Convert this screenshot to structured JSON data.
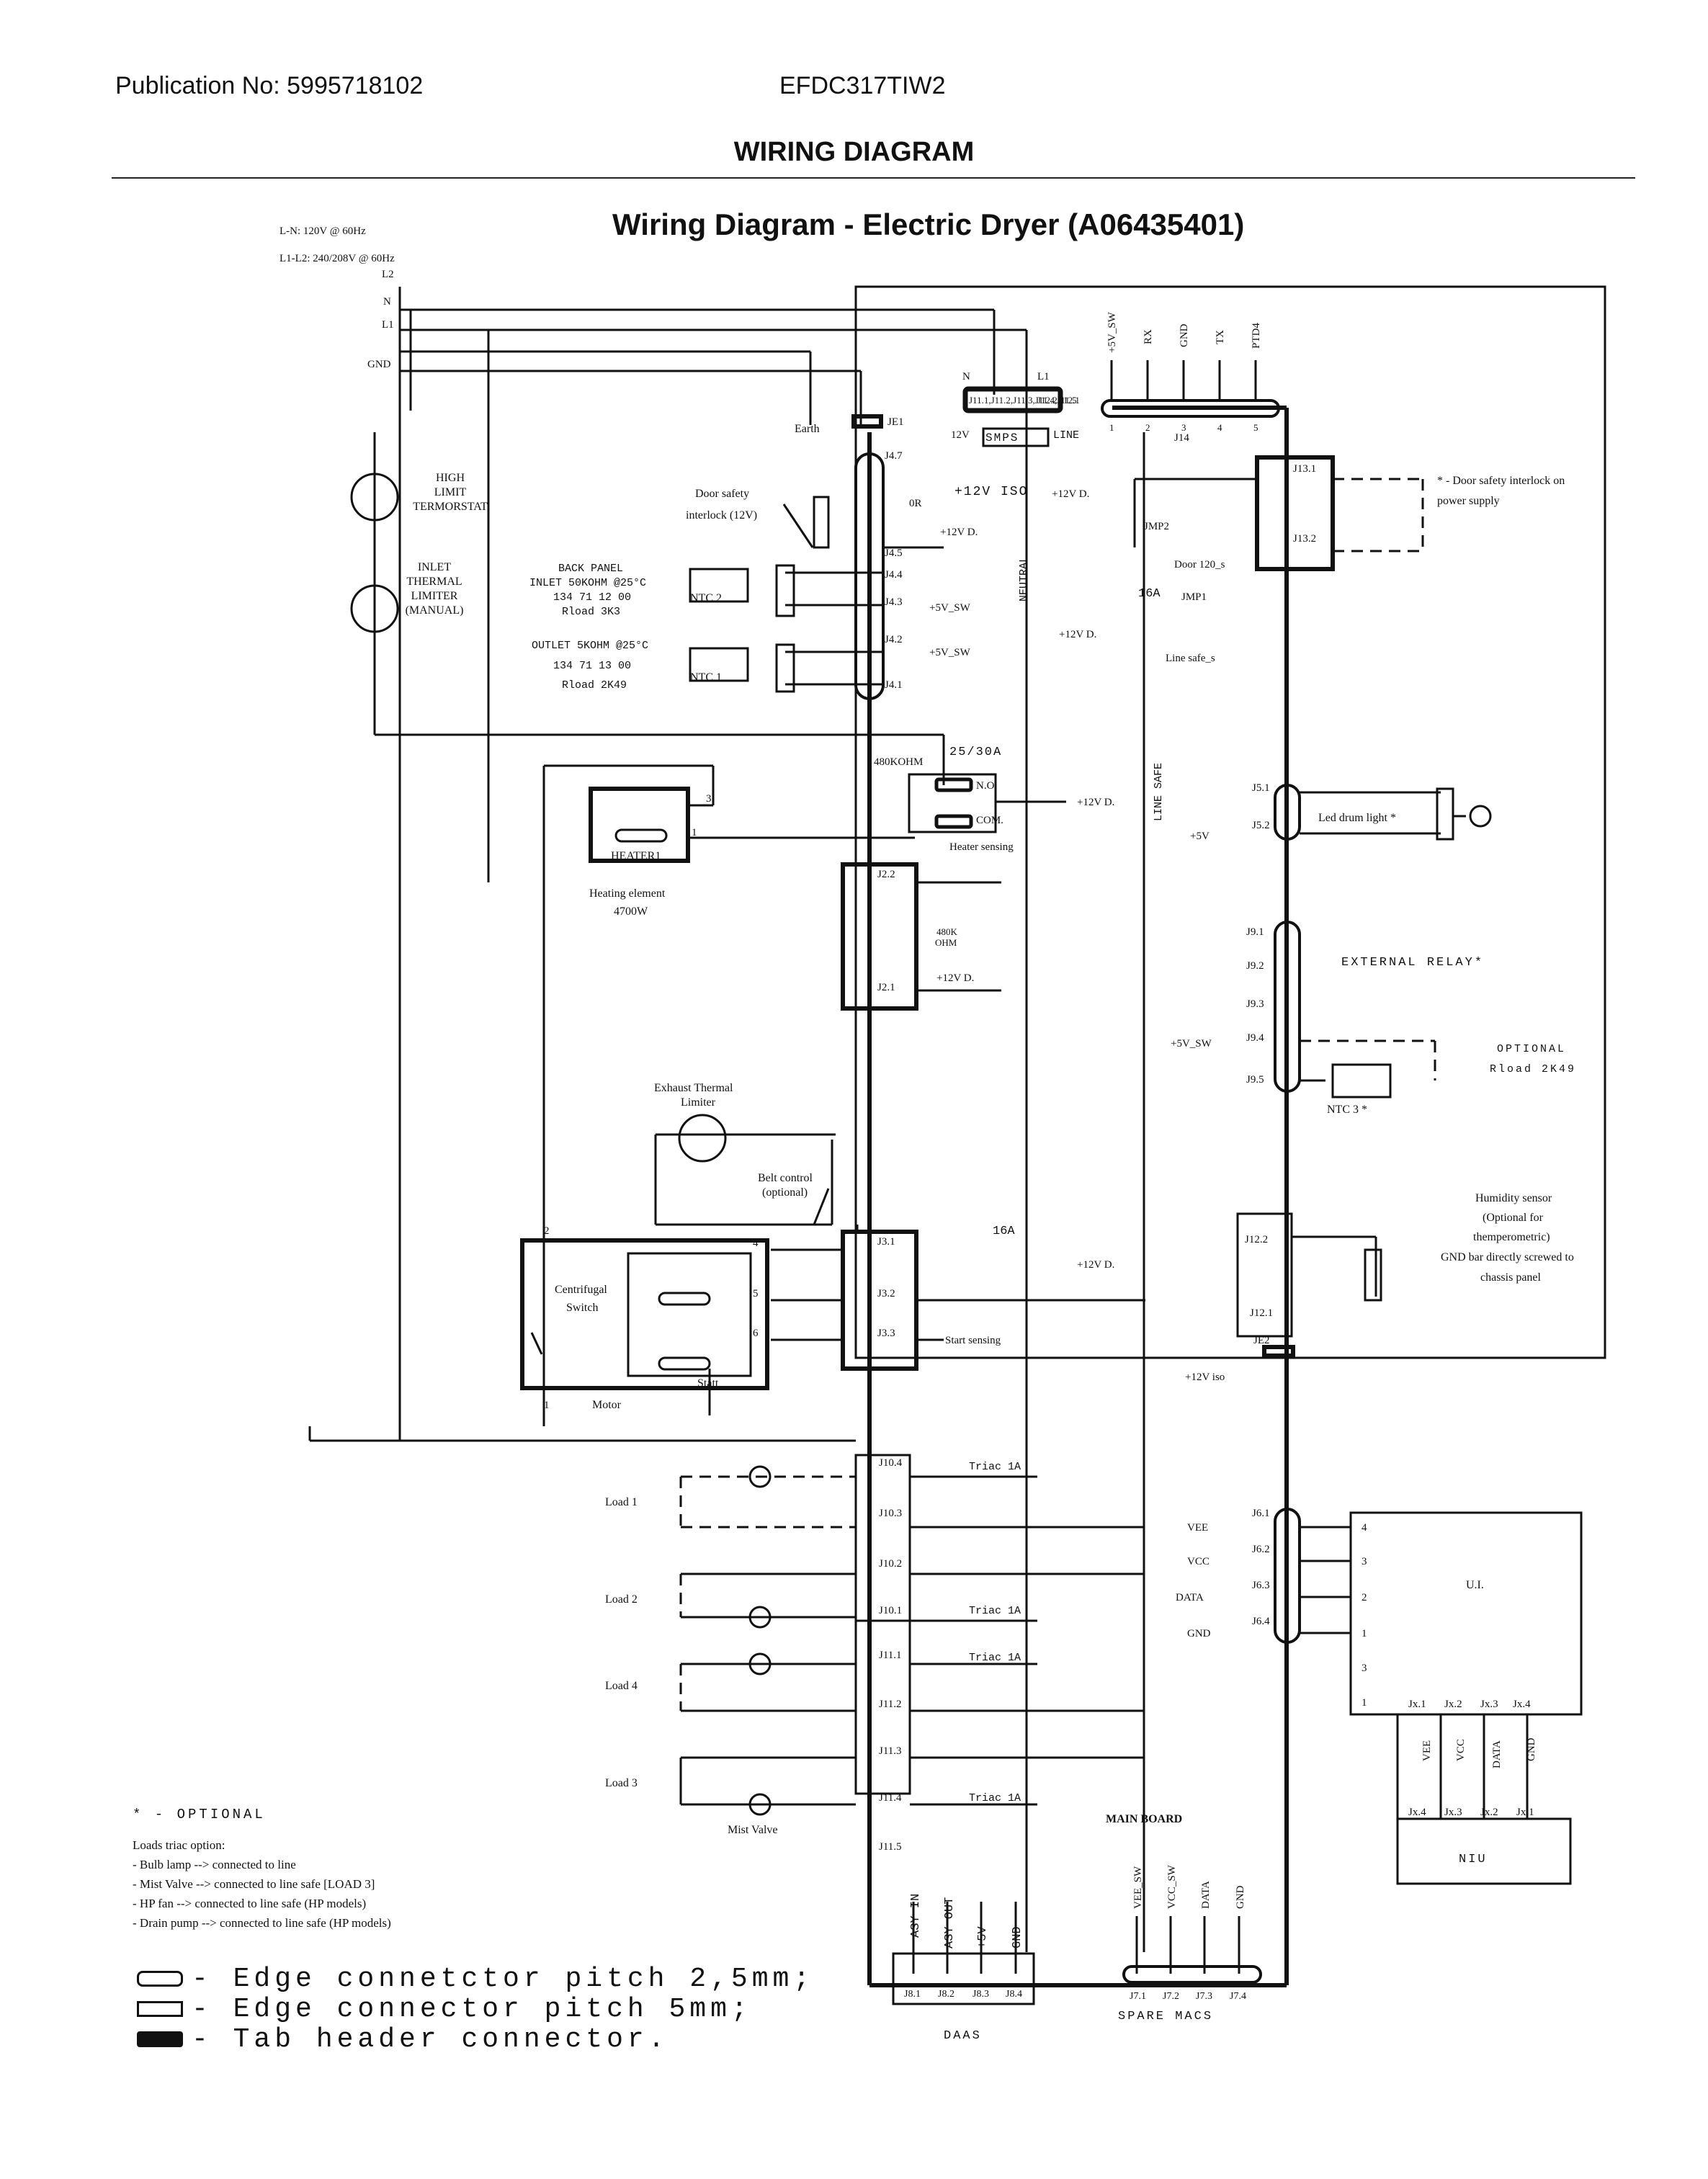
{
  "header": {
    "publication": "Publication No: 5995718102",
    "model": "EFDC317TIW2",
    "section_title": "WIRING DIAGRAM",
    "diagram_title": "Wiring Diagram - Electric Dryer (A06435401)"
  },
  "supply": {
    "ln": "L-N: 120V @ 60Hz",
    "l1l2": "L1-L2: 240/208V @ 60Hz",
    "l2": "L2",
    "n": "N",
    "l1": "L1",
    "gnd": "GND"
  },
  "components": {
    "high_limit": [
      "HIGH",
      "LIMIT",
      "TERMORSTAT"
    ],
    "inlet_limiter": [
      "INLET",
      "THERMAL",
      "LIMITER",
      "(MANUAL)"
    ],
    "back_panel": [
      "BACK PANEL",
      "INLET 50KOHM @25°C",
      "134 71 12 00",
      "Rload 3K3"
    ],
    "outlet": [
      "OUTLET 5KOHM @25°C",
      "134 71 13 00",
      "Rload 2K49"
    ],
    "ntc2": "NTC 2",
    "ntc1": "NTC 1",
    "ntc3": "NTC 3 *",
    "door_safety": [
      "Door safety",
      "interlock (12V)"
    ],
    "earth": "Earth",
    "heater": "HEATER1",
    "heating_element": [
      "Heating element",
      "4700W"
    ],
    "exhaust": [
      "Exhaust Thermal",
      "Limiter"
    ],
    "belt": [
      "Belt control",
      "(optional)"
    ],
    "centrifugal": [
      "Centrifugal",
      "Switch"
    ],
    "statt": "Statt",
    "motor": "Motor",
    "mist_valve": "Mist Valve",
    "load1": "Load 1",
    "load2": "Load 2",
    "load4": "Load 4",
    "load3": "Load 3",
    "humidity": [
      "Humidity sensor",
      "(Optional for",
      "themperometric)",
      "GND bar directly screwed to",
      "chassis panel"
    ],
    "led_drum": "Led drum light *",
    "external_relay": "EXTERNAL RELAY*",
    "optional_rload": [
      "OPTIONAL",
      "Rload 2K49"
    ],
    "door_interlock_note": [
      "* - Door safety interlock on",
      "power supply"
    ],
    "ui": "U.I.",
    "niu": "NIU",
    "main_board": "MAIN BOARD",
    "daas": "DAAS",
    "spare_macs": "SPARE MACS"
  },
  "board": {
    "je1": "JE1",
    "je2": "JE2",
    "smps": "SMPS",
    "twelve_v": "12V",
    "line": "LINE",
    "n": "N",
    "l1": "L1",
    "j11": [
      "J11.1",
      "J11.2",
      "J11.3",
      "J11.4",
      "J11.5"
    ],
    "j12": [
      "J12.2",
      "J12.1"
    ],
    "plus12iso": "+12V ISO",
    "plus12d": "+12V D.",
    "plus12iso_low": "+12V iso",
    "zero_r": "0R",
    "neutral": "NEUTRAL",
    "line_safe": "LINE SAFE",
    "jmp1": "JMP1",
    "jmp2": "JMP2",
    "door120": "Door 120_s",
    "line_safe_s": "Line safe_s",
    "relay16a": "16A",
    "relay2530": "25/30A",
    "ohm480k": "480KOHM",
    "no": "N.O.",
    "com": "COM.",
    "heater_sensing": "Heater sensing",
    "ohm480k_small": [
      "480K",
      "OHM"
    ],
    "start_sensing": "Start sensing",
    "triac": "Triac 1A",
    "plus5sw": "+5V_SW",
    "plus5": "+5V",
    "j4": [
      "J4.7",
      "J4.5",
      "J4.4",
      "J4.3",
      "J4.2",
      "J4.1"
    ],
    "j2": [
      "J2.2",
      "J2.1"
    ],
    "j3": [
      "J3.1",
      "J3.2",
      "J3.3"
    ],
    "j10": [
      "J10.4",
      "J10.3",
      "J10.2",
      "J10.1"
    ],
    "j13": [
      "J13.1",
      "J13.2"
    ],
    "j5": [
      "J5.1",
      "J5.2"
    ],
    "j9": [
      "J9.1",
      "J9.2",
      "J9.3",
      "J9.4",
      "J9.5"
    ],
    "j6": [
      "J6.1",
      "J6.2",
      "J6.3",
      "J6.4"
    ],
    "j6_signals": [
      "VEE",
      "VCC",
      "DATA",
      "GND"
    ],
    "j14_signals": [
      "+5V_SW",
      "RX",
      "GND",
      "TX",
      "PTD4"
    ],
    "j14_pins": [
      "1",
      "2",
      "3",
      "4",
      "5"
    ],
    "j14": "J14",
    "j8_signals": [
      "ASY IN",
      "ASY OUT",
      "+5V",
      "GND"
    ],
    "j8": [
      "J8.1",
      "J8.2",
      "J8.3",
      "J8.4"
    ],
    "j7_signals": [
      "VEE_SW",
      "VCC_SW",
      "DATA",
      "GND"
    ],
    "j7": [
      "J7.1",
      "J7.2",
      "J7.3",
      "J7.4"
    ],
    "ui_pins": [
      "4",
      "3",
      "2",
      "1",
      "3",
      "1"
    ],
    "jx_top": [
      "Jx.1",
      "Jx.2",
      "Jx.3",
      "Jx.4"
    ],
    "jx_bottom": [
      "Jx.4",
      "Jx.3",
      "Jx.2",
      "Jx.1"
    ],
    "niu_signals": [
      "VEE",
      "VCC",
      "DATA",
      "GND"
    ],
    "motor_pins": [
      "2",
      "4",
      "5",
      "6",
      "1"
    ],
    "heater_pins": [
      "3",
      "1"
    ]
  },
  "notes": {
    "optional": "* - OPTIONAL",
    "loads_triac": [
      "Loads triac option:",
      "- Bulb lamp --> connected to line",
      "- Mist Valve --> connected to line safe [LOAD 3]",
      "- HP fan --> connected to line safe (HP models)",
      "- Drain pump --> connected to line safe (HP models)"
    ]
  },
  "legend": {
    "edge25": "- Edge connetctor pitch 2,5mm;",
    "edge5": "- Edge connector pitch 5mm;",
    "tab": "- Tab header connector."
  }
}
